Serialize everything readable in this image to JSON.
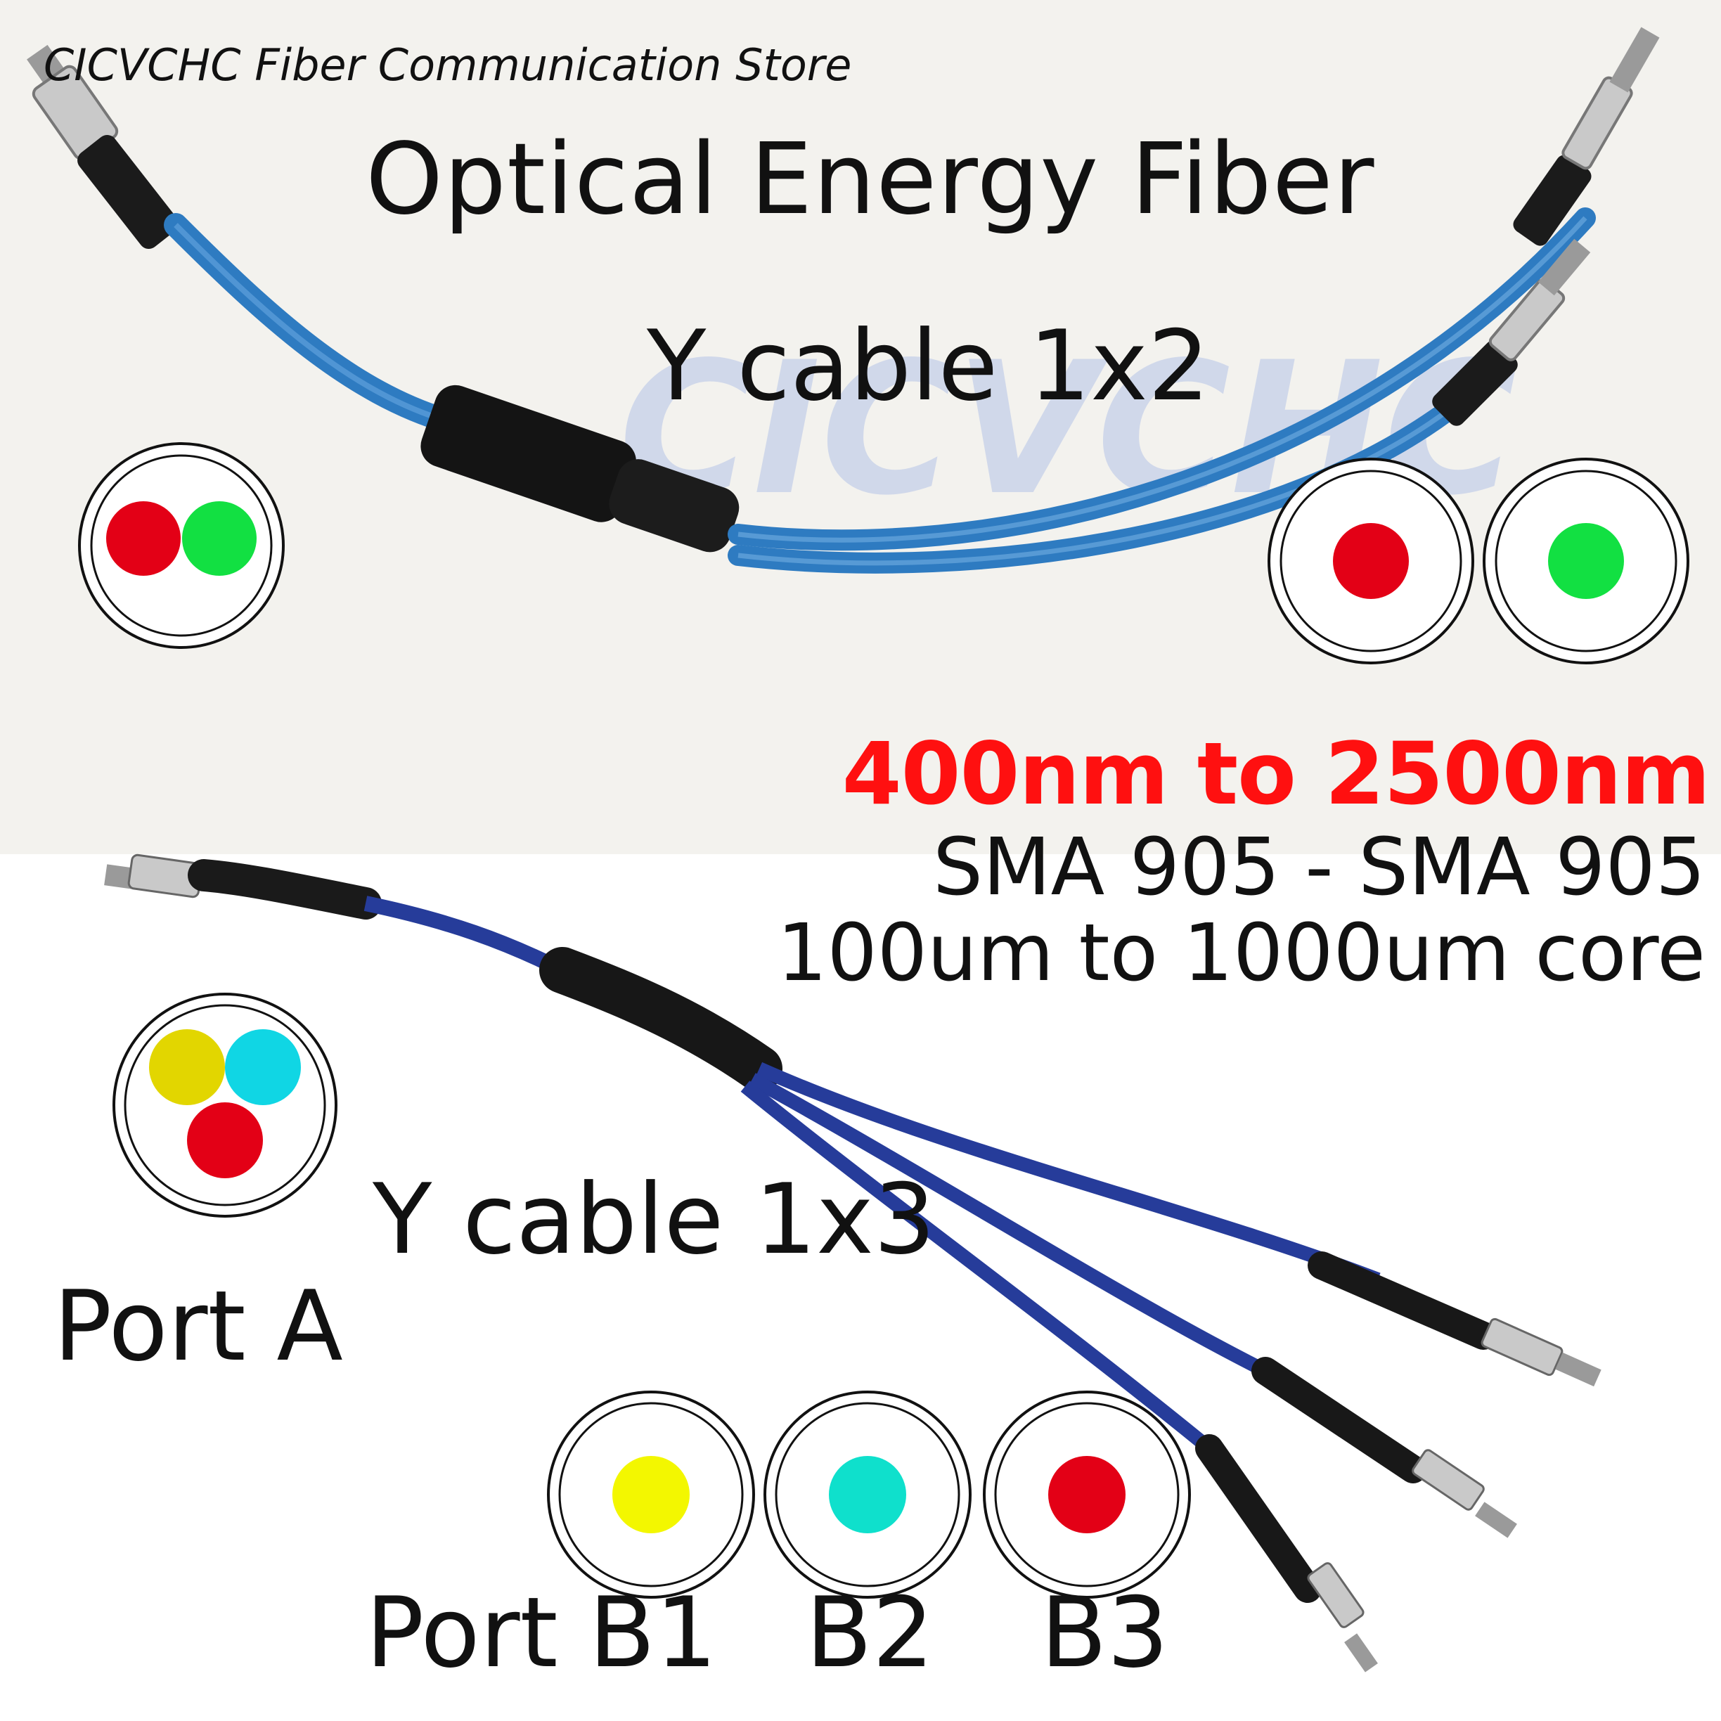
{
  "store_name": "CICVCHC Fiber Communication Store",
  "title": "Optical Energy Fiber",
  "watermark": "CICVCHC",
  "y_cable_1x2_label": "Y cable 1x2",
  "wavelength_range": "400nm to 2500nm",
  "connector_spec": "SMA 905 - SMA 905",
  "core_spec": "100um to 1000um core",
  "y_cable_1x3_label": "Y cable 1x3",
  "port_a_label": "Port A",
  "port_b1_label": "Port B1",
  "port_b2_label": "B2",
  "port_b3_label": "B3",
  "colors": {
    "red": "#e30016",
    "green": "#12e042",
    "yellow": "#f3f700",
    "cyan": "#0fe0cc",
    "mustard": "#e2d600",
    "sky": "#10d6e4",
    "accent_red_text": "#ff1010",
    "cable_blue": "#2f7cc0",
    "cable_dark_blue": "#263c9a",
    "watermark": "#c8d2ea"
  }
}
